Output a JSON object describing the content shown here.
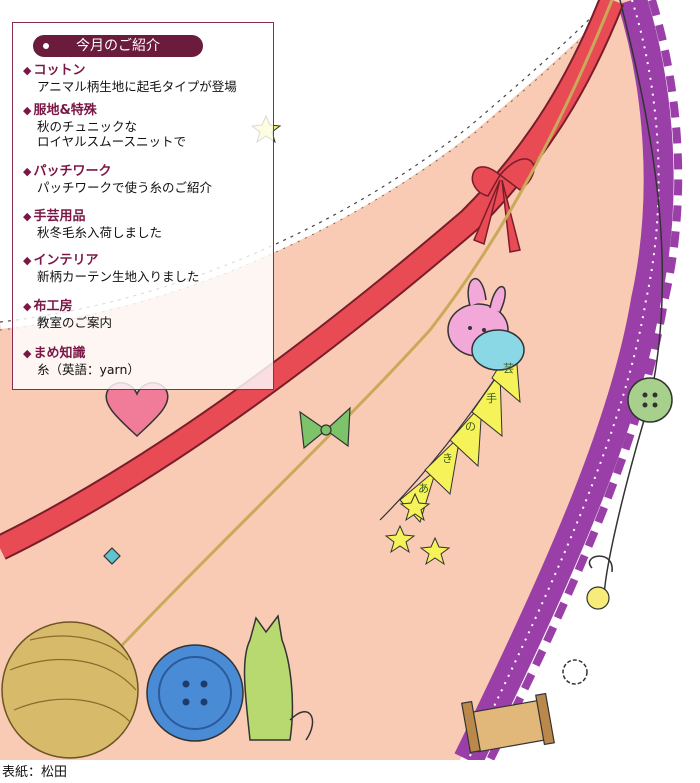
{
  "panel": {
    "title": "今月のご紹介",
    "sections": [
      {
        "heading": "コットン",
        "body": "アニマル柄生地に起毛タイプが登場"
      },
      {
        "heading": "服地&特殊",
        "body": "秋のチュニックな\nロイヤルスムースニットで"
      },
      {
        "heading": "パッチワーク",
        "body": "パッチワークで使う糸のご紹介"
      },
      {
        "heading": "手芸用品",
        "body": "秋冬毛糸入荷しました"
      },
      {
        "heading": "インテリア",
        "body": "新柄カーテン生地入りました"
      },
      {
        "heading": "布工房",
        "body": "教室のご案内"
      },
      {
        "heading": "まめ知識",
        "body": "糸（英語：yarn）"
      }
    ]
  },
  "illustration": {
    "pennant_letters": [
      "あ",
      "き",
      "の",
      "手",
      "芸"
    ]
  },
  "credit": "表紙：松田",
  "colors": {
    "fabric": "#f9cbb4",
    "ribbon": "#e94b55",
    "lace": "#9b3fa8",
    "panel_accent": "#6b1b3c",
    "yarn": "#c9a95a"
  }
}
